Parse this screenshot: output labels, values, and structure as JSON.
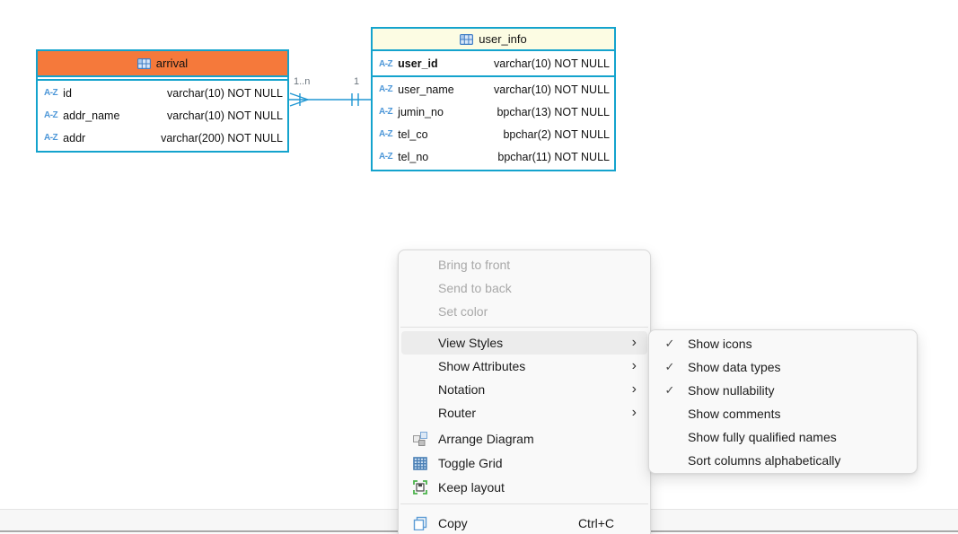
{
  "icons": {
    "az": "A-Z"
  },
  "colors": {
    "entity_border": "#14A3CD",
    "arrival_header": "#F5793B",
    "user_info_header": "#FCFCE3",
    "relation_line": "#2097D3",
    "menu_background": "#F9F9F9",
    "menu_highlight": "#ECECEC",
    "disabled_text": "#A8A8A8"
  },
  "diagram": {
    "tables": [
      {
        "name": "arrival",
        "columns": [
          {
            "name": "id",
            "type": "varchar(10) NOT NULL"
          },
          {
            "name": "addr_name",
            "type": "varchar(10) NOT NULL"
          },
          {
            "name": "addr",
            "type": "varchar(200) NOT NULL"
          }
        ]
      },
      {
        "name": "user_info",
        "primary_key": {
          "name": "user_id",
          "type": "varchar(10) NOT NULL"
        },
        "columns": [
          {
            "name": "user_name",
            "type": "varchar(10) NOT NULL"
          },
          {
            "name": "jumin_no",
            "type": "bpchar(13) NOT NULL"
          },
          {
            "name": "tel_co",
            "type": "bpchar(2) NOT NULL"
          },
          {
            "name": "tel_no",
            "type": "bpchar(11) NOT NULL"
          }
        ]
      }
    ],
    "relation": {
      "source_label": "1..n",
      "target_label": "1"
    }
  },
  "context_menu": {
    "items": [
      {
        "label": "Bring to front",
        "disabled": true
      },
      {
        "label": "Send to back",
        "disabled": true
      },
      {
        "label": "Set color",
        "disabled": true
      },
      {
        "label": "View Styles",
        "arrow": "›"
      },
      {
        "label": "Show Attributes",
        "arrow": "›"
      },
      {
        "label": "Notation",
        "arrow": "›"
      },
      {
        "label": "Router",
        "arrow": "›"
      },
      {
        "label": "Arrange Diagram"
      },
      {
        "label": "Toggle Grid"
      },
      {
        "label": "Keep layout"
      },
      {
        "label": "Copy",
        "shortcut": "Ctrl+C"
      }
    ]
  },
  "view_styles_submenu": {
    "items": [
      {
        "check": "✓",
        "label": "Show icons"
      },
      {
        "check": "✓",
        "label": "Show data types"
      },
      {
        "check": "✓",
        "label": "Show nullability"
      },
      {
        "check": "",
        "label": "Show comments"
      },
      {
        "check": "",
        "label": "Show fully qualified names"
      },
      {
        "check": "",
        "label": "Sort columns alphabetically"
      }
    ]
  }
}
